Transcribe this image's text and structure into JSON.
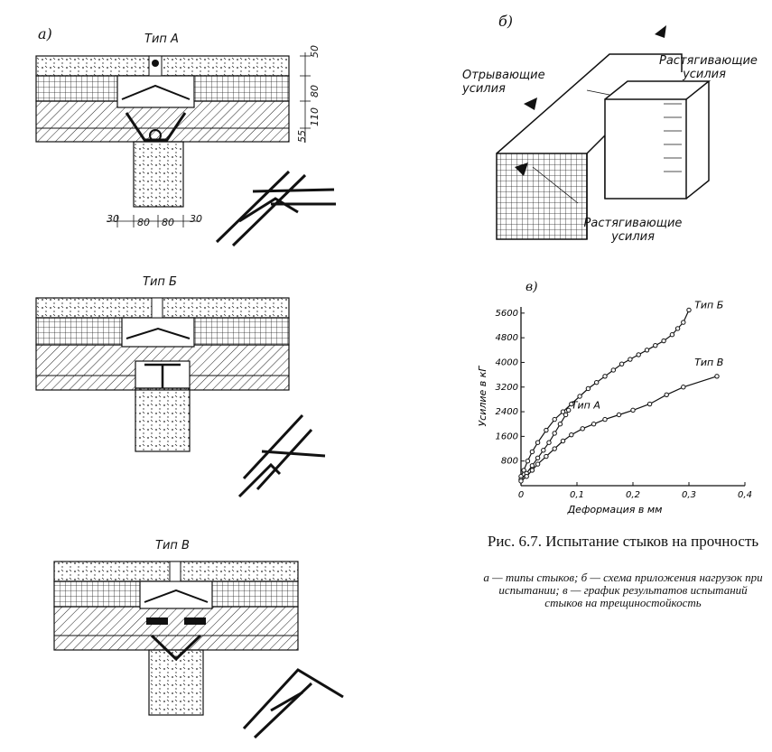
{
  "panels": {
    "a": {
      "letter": "а)",
      "types": [
        "Тип А",
        "Тип Б",
        "Тип В"
      ],
      "dims_right": [
        "50",
        "80",
        "110",
        "55"
      ],
      "dims_bottom": [
        "30",
        "80",
        "80",
        "30"
      ]
    },
    "b": {
      "letter": "б)",
      "label_tear": "Отрывающие усилия",
      "label_tension_top": "Растягивающие усилия",
      "label_tension_bottom": "Растягивающие усилия"
    },
    "c": {
      "letter": "в)"
    }
  },
  "caption": {
    "title": "Рис. 6.7. Испытание стыков на прочность",
    "text": "а — типы стыков; б — схема приложения нагрузок при испытании; в — график результатов испытаний стыков на трещиностойкость"
  },
  "chart_data": {
    "type": "line",
    "xlabel": "Деформация в мм",
    "ylabel": "Усилие в кГ",
    "xlim": [
      0,
      0.4
    ],
    "ylim": [
      0,
      5800
    ],
    "xticks": [
      "0",
      "0,1",
      "0,2",
      "0,3",
      "0,4"
    ],
    "xtick_values": [
      0,
      0.1,
      0.2,
      0.3,
      0.4
    ],
    "yticks": [
      "800",
      "1600",
      "2400",
      "3200",
      "4000",
      "4800",
      "5600"
    ],
    "ytick_values": [
      800,
      1600,
      2400,
      3200,
      4000,
      4800,
      5600
    ],
    "series": [
      {
        "name": "Тип Б",
        "points": [
          [
            0,
            300
          ],
          [
            0.005,
            500
          ],
          [
            0.012,
            800
          ],
          [
            0.02,
            1100
          ],
          [
            0.03,
            1400
          ],
          [
            0.045,
            1800
          ],
          [
            0.06,
            2150
          ],
          [
            0.075,
            2400
          ],
          [
            0.09,
            2650
          ],
          [
            0.105,
            2900
          ],
          [
            0.12,
            3150
          ],
          [
            0.135,
            3350
          ],
          [
            0.15,
            3550
          ],
          [
            0.165,
            3750
          ],
          [
            0.18,
            3950
          ],
          [
            0.195,
            4100
          ],
          [
            0.21,
            4250
          ],
          [
            0.225,
            4400
          ],
          [
            0.24,
            4550
          ],
          [
            0.255,
            4700
          ],
          [
            0.27,
            4900
          ],
          [
            0.28,
            5100
          ],
          [
            0.29,
            5300
          ],
          [
            0.3,
            5700
          ]
        ]
      },
      {
        "name": "Тип А",
        "points": [
          [
            0,
            200
          ],
          [
            0.01,
            400
          ],
          [
            0.02,
            650
          ],
          [
            0.03,
            900
          ],
          [
            0.04,
            1150
          ],
          [
            0.05,
            1400
          ],
          [
            0.06,
            1700
          ],
          [
            0.07,
            2000
          ],
          [
            0.08,
            2300
          ],
          [
            0.085,
            2450
          ]
        ]
      },
      {
        "name": "Тип В",
        "points": [
          [
            0,
            150
          ],
          [
            0.01,
            300
          ],
          [
            0.02,
            500
          ],
          [
            0.03,
            700
          ],
          [
            0.045,
            950
          ],
          [
            0.06,
            1200
          ],
          [
            0.075,
            1450
          ],
          [
            0.09,
            1650
          ],
          [
            0.11,
            1850
          ],
          [
            0.13,
            2000
          ],
          [
            0.15,
            2150
          ],
          [
            0.175,
            2300
          ],
          [
            0.2,
            2450
          ],
          [
            0.23,
            2650
          ],
          [
            0.26,
            2950
          ],
          [
            0.29,
            3200
          ],
          [
            0.35,
            3550
          ]
        ]
      }
    ],
    "annotations": [
      "Тип Б",
      "Тип А",
      "Тип В"
    ]
  }
}
